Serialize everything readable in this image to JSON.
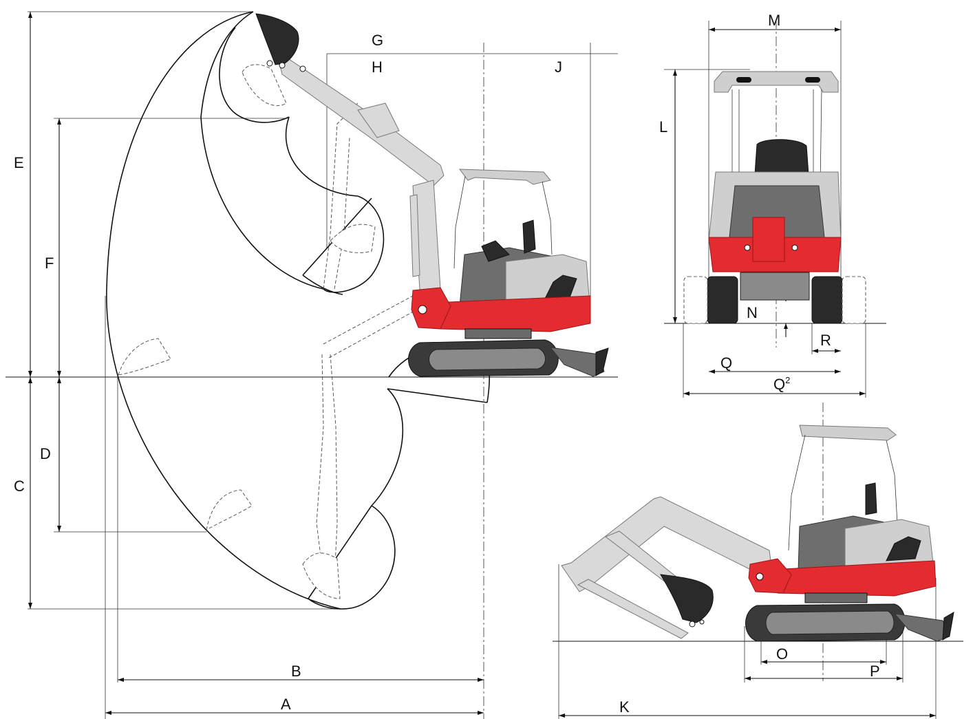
{
  "labels": {
    "A": "A",
    "B": "B",
    "C": "C",
    "D": "D",
    "E": "E",
    "F": "F",
    "G": "G",
    "H": "H",
    "J": "J",
    "K": "K",
    "L": "L",
    "M": "M",
    "N": "N",
    "O": "O",
    "P": "P",
    "Q": "Q",
    "Q2": "Q",
    "Q2_sup": "2",
    "R": "R"
  },
  "colors": {
    "body_red": "#e42b2f",
    "arm_gray": "#d9d9d9",
    "dark": "#2a2a2a",
    "line": "#111111"
  },
  "icons": {
    "side_view": "excavator-side-view",
    "front_view": "excavator-front-view",
    "transport_view": "excavator-transport-view"
  }
}
